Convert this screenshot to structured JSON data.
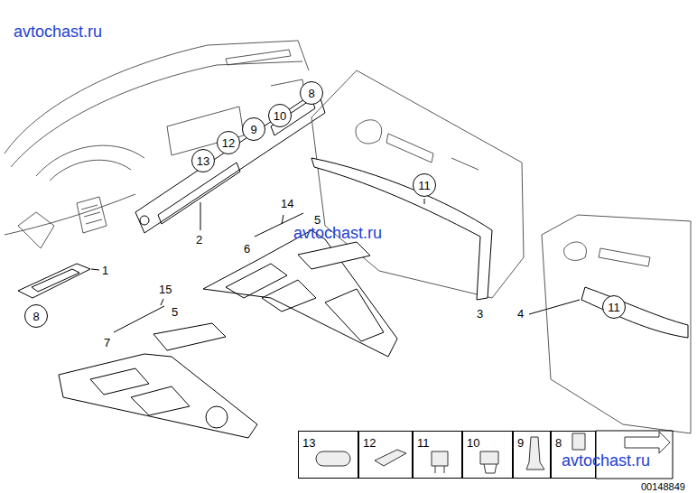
{
  "diagram": {
    "nodes": [
      {
        "text": [
          "8"
        ]
      },
      {
        "text": [
          "10"
        ]
      },
      {
        "text": [
          "9"
        ]
      },
      {
        "text": [
          "12"
        ]
      },
      {
        "text": [
          "13"
        ]
      },
      {
        "text": [
          "11"
        ]
      },
      {
        "text": [
          "11"
        ]
      },
      {
        "text": [
          "8"
        ]
      },
      {
        "text": [
          "13"
        ]
      },
      {
        "text": [
          "12"
        ]
      },
      {
        "text": [
          "11"
        ]
      },
      {
        "text": [
          "10"
        ]
      },
      {
        "text": [
          "9"
        ]
      },
      {
        "text": [
          "8"
        ]
      }
    ],
    "labels": [
      "avtochast.ru",
      "2",
      "14",
      "5",
      "avtochast.ru",
      "6",
      "1",
      "15",
      "5",
      "3",
      "4",
      "7",
      "avtochast.ru",
      "00148849"
    ]
  }
}
